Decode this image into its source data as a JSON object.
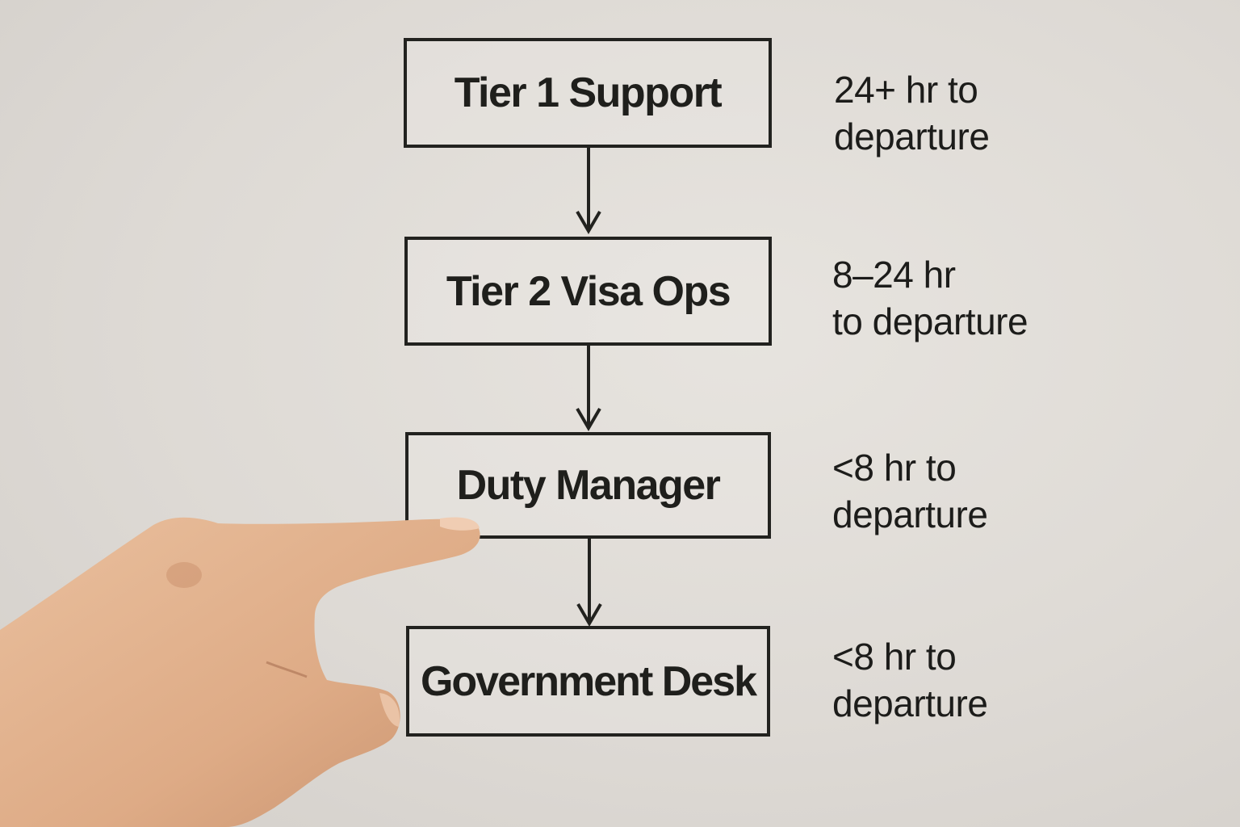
{
  "diagram": {
    "type": "escalation-flow",
    "nodes": [
      {
        "label": "Tier 1 Support",
        "note_line1": "24+ hr to",
        "note_line2": "departure"
      },
      {
        "label": "Tier 2 Visa Ops",
        "note_line1": "8–24 hr",
        "note_line2": "to departure"
      },
      {
        "label": "Duty Manager",
        "note_line1": "<8 hr to",
        "note_line2": "departure"
      },
      {
        "label": "Government Desk",
        "note_line1": "<8 hr to",
        "note_line2": "departure"
      }
    ],
    "edges": [
      {
        "from": "Tier 1 Support",
        "to": "Tier 2 Visa Ops"
      },
      {
        "from": "Tier 2 Visa Ops",
        "to": "Duty Manager"
      },
      {
        "from": "Duty Manager",
        "to": "Government Desk"
      }
    ],
    "pointer": {
      "description": "hand pointing at Duty Manager"
    }
  },
  "colors": {
    "background": "#e2dfda",
    "stroke": "#22221f",
    "text": "#1f1f1c",
    "skin": "#e0b08d"
  }
}
